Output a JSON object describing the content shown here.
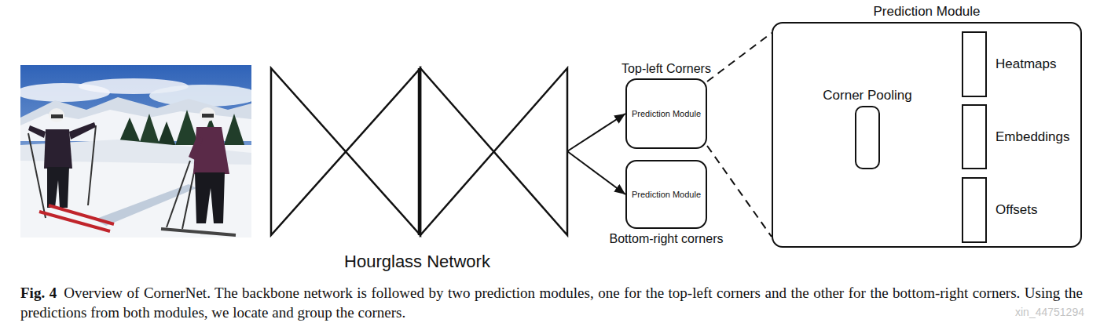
{
  "diagram": {
    "caption": "Overview of CornerNet. The backbone network is followed by two prediction modules, one for the top-left corners and the other for the bottom-right corners. Using the predictions from both modules, we locate and group the corners.",
    "nodes": [
      {
        "text": [
          "Hourglass Network"
        ]
      },
      {
        "text": [
          "Top-left Corners",
          "Prediction Module"
        ]
      },
      {
        "text": [
          "Prediction Module",
          "Bottom-right corners"
        ]
      },
      {
        "text": [
          "Prediction Module"
        ]
      },
      {
        "text": [
          "Corner Pooling"
        ],
        "in": 3
      },
      {
        "text": [
          "Heatmaps"
        ],
        "in": 3
      },
      {
        "text": [
          "Embeddings"
        ],
        "in": 3
      },
      {
        "text": [
          "Offsets"
        ],
        "in": 3
      }
    ],
    "edges": [
      {
        "from": 0,
        "to": 1,
        "arrow": "to"
      },
      {
        "from": 0,
        "to": 2,
        "arrow": "to"
      },
      {
        "from": 1,
        "to": 3,
        "arrow": "none"
      },
      {
        "from": 1,
        "to": 3,
        "arrow": "none"
      },
      {
        "from": 4,
        "to": 5,
        "arrow": "to"
      },
      {
        "from": 4,
        "to": 6,
        "arrow": "to"
      },
      {
        "from": 4,
        "to": 7,
        "arrow": "to"
      }
    ],
    "labels": [
      "Fig. 4",
      "xin_44751294"
    ]
  }
}
